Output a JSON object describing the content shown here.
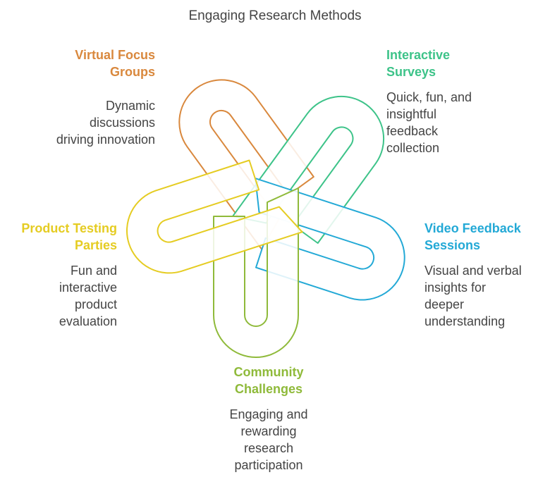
{
  "title": "Engaging Research Methods",
  "items": [
    {
      "heading": "Virtual Focus\nGroups",
      "description": "Dynamic\ndiscussions\ndriving innovation",
      "color": "#d9883d"
    },
    {
      "heading": "Interactive\nSurveys",
      "description": "Quick, fun, and\ninsightful\nfeedback\ncollection",
      "color": "#3dc389"
    },
    {
      "heading": "Video Feedback\nSessions",
      "description": "Visual and verbal\ninsights for\ndeeper\nunderstanding",
      "color": "#23a9d6"
    },
    {
      "heading": "Community\nChallenges",
      "description": "Engaging and\nrewarding\nresearch\nparticipation",
      "color": "#8fba3a"
    },
    {
      "heading": "Product Testing\nParties",
      "description": "Fun and\ninteractive\nproduct\nevaluation",
      "color": "#e5cc22"
    }
  ]
}
